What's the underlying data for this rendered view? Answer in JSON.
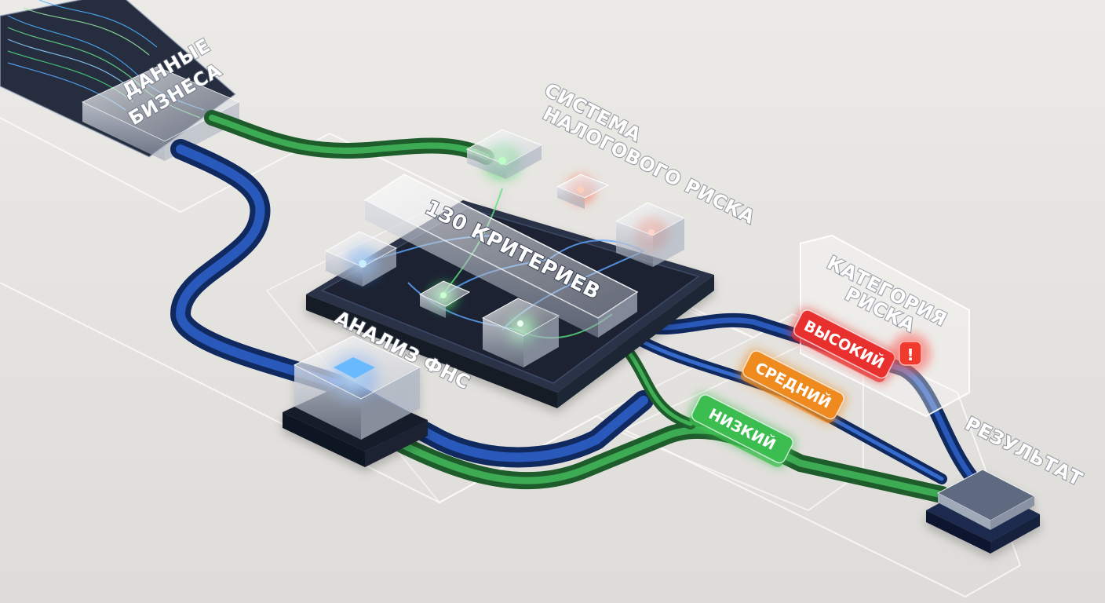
{
  "labels": {
    "business_data": [
      "ДАННЫЕ",
      "БИЗНЕСА"
    ],
    "tax_risk_system": [
      "СИСТЕМА",
      "НАЛОГОВОГО РИСКА"
    ],
    "criteria": "130 КРИТЕРИЕВ",
    "fns_analysis": "АНАЛИЗ ФНС",
    "risk_category": [
      "КАТЕГОРИЯ",
      "РИСКА"
    ],
    "result": "РЕЗУЛЬТАТ"
  },
  "risk_levels": [
    {
      "label": "ВЫСОКИЙ",
      "color": "#e8302f"
    },
    {
      "label": "СРЕДНИЙ",
      "color": "#ee8a1e"
    },
    {
      "label": "НИЗКИЙ",
      "color": "#3bbd4f"
    }
  ],
  "alert_mark": "!",
  "colors": {
    "background": "#e6e4e0",
    "pipe_blue": "#1d3f8f",
    "pipe_green": "#2e7d3e",
    "board_dark": "#1b2333"
  }
}
